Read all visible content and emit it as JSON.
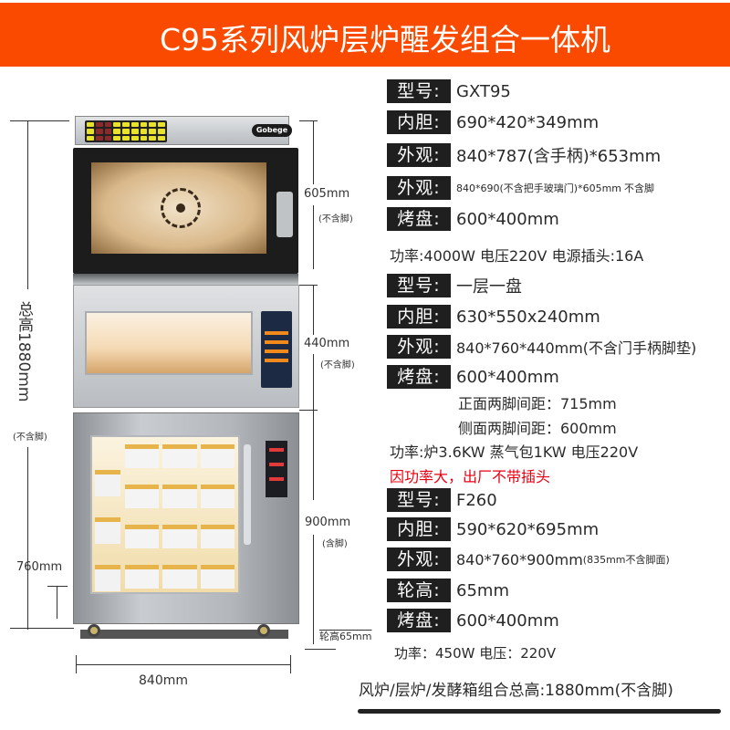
{
  "title": "C95系列风炉层炉醒发组合一体机",
  "colors": {
    "title_bar": "#fa4a00",
    "label_bg": "#1f1f1f",
    "warning": "#e60012"
  },
  "brand": "Gobege",
  "dimensions": {
    "total_height_vertical": "总高1880mm",
    "total_height_note": "(不含脚)",
    "top_unit_height": "605mm",
    "top_unit_note": "(不含脚)",
    "middle_unit_height": "440mm",
    "middle_unit_note": "(不含脚)",
    "bottom_unit_height": "900mm",
    "bottom_unit_note": "(含脚)",
    "left_760": "760mm",
    "wheel_height": "轮高65mm",
    "width": "840mm"
  },
  "convection_oven": {
    "model_label": "型号:",
    "model": "GXT95",
    "inner_label": "内胆:",
    "inner": "690*420*349mm",
    "exterior_label": "外观:",
    "exterior": "840*787(含手柄)*653mm",
    "exterior2_label": "外观:",
    "exterior2": "840*690(不含把手玻璃门)*605mm",
    "exterior2_note": "不含脚",
    "tray_label": "烤盘:",
    "tray": "600*400mm",
    "power": "功率:4000W 电压220V  电源插头:16A"
  },
  "deck_oven": {
    "model_label": "型号:",
    "model": "一层一盘",
    "inner_label": "内胆:",
    "inner": "630*550x240mm",
    "exterior_label": "外观:",
    "exterior": "840*760*440mm(不含门手柄脚垫)",
    "tray_label": "烤盘:",
    "tray": "600*400mm",
    "front_leg_spacing": "正面两脚间距：715mm",
    "side_leg_spacing": "侧面两脚间距：600mm",
    "power": "功率:炉3.6KW 蒸气包1KW  电压220V",
    "warning": "因功率大，出厂不带插头"
  },
  "proofer": {
    "model_label": "型号:",
    "model": "F260",
    "inner_label": "内胆:",
    "inner": "590*620*695mm",
    "exterior_label": "外观:",
    "exterior": "840*760*900mm",
    "exterior_note": "(835mm不含脚面)",
    "wheel_label": "轮高:",
    "wheel": "65mm",
    "tray_label": "烤盘:",
    "tray": "600*400mm",
    "power": "功率：450W   电压：220V"
  },
  "footer": "风炉/层炉/发酵箱组合总高:1880mm(不含脚)"
}
